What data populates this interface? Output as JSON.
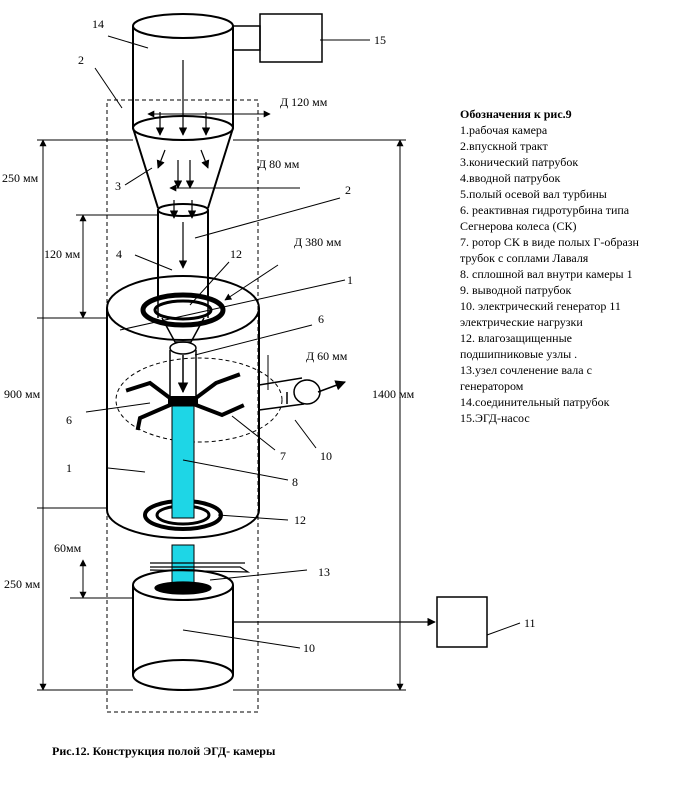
{
  "diagram": {
    "caption": "Рис.12. Конструкция полой  ЭГД- камеры",
    "numbers": {
      "n1": "1",
      "n2": "2",
      "n3": "3",
      "n4": "4",
      "n6": "6",
      "n7": "7",
      "n8": "8",
      "n10": "10",
      "n11": "11",
      "n12": "12",
      "n13": "13",
      "n14": "14",
      "n15": "15"
    },
    "dimensions": {
      "d120": "Д 120 мм",
      "d80": "Д 80 мм",
      "d380": "Д 380 мм",
      "d60": "Д 60 мм",
      "h250top": "250 мм",
      "h120": "120 мм",
      "h900": "900 мм",
      "h60": "60мм",
      "h250bottom": "250 мм",
      "h1400": "1400 мм"
    },
    "legend": {
      "title": "Обозначения  к рис.9",
      "lines": [
        "1.рабочая камера",
        "2.впускной тракт",
        "3.конический патрубок",
        "4.вводной  патрубок",
        "5.полый осевой вал турбины",
        "6. реактивная гидротурбина типа",
        "Сегнерова колеса (СК)",
        "7. ротор СК в виде полых Г-образн",
        "трубок с соплами  Лаваля",
        "8.  сплошной вал внутри камеры 1",
        "9. выводной патрубок",
        "10. электрический генератор 11",
        "электрические нагрузки",
        "12. влагозащищенные",
        "подшипниковые узлы .",
        "13.узел сочленение вала с",
        "генератором",
        "14.соединительный патрубок",
        "15.ЭГД-насос"
      ]
    },
    "colors": {
      "shaft": "#1ed6e6",
      "line": "#000000"
    }
  }
}
